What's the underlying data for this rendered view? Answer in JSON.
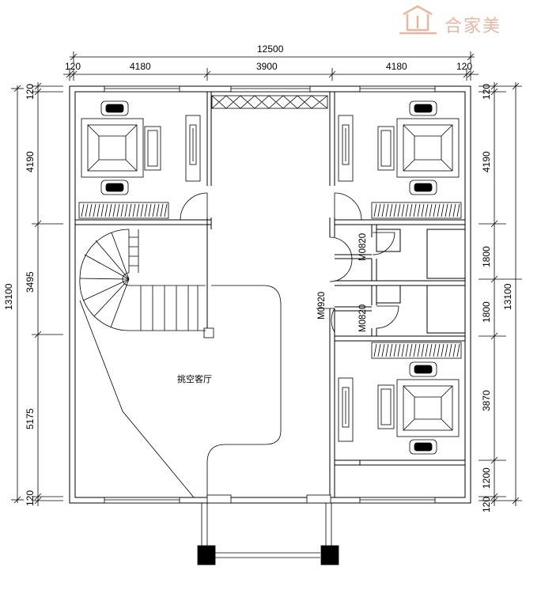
{
  "watermark": {
    "icon": "house-logo-icon",
    "text": "合家美",
    "color": "#e9b79f"
  },
  "dimensions": {
    "top_total": "12500",
    "top": [
      "120",
      "4180",
      "3900",
      "4180",
      "120"
    ],
    "left_total": "13100",
    "left": [
      "120",
      "4190",
      "3495",
      "5175",
      "120"
    ],
    "right_total": "13100",
    "right": [
      "120",
      "4190",
      "1800",
      "1800",
      "3870",
      "1200",
      "120"
    ]
  },
  "rooms": {
    "living_void": "挑空客厅"
  },
  "doors": {
    "d1": "M0820",
    "d2": "M0920",
    "d3": "M0820"
  }
}
